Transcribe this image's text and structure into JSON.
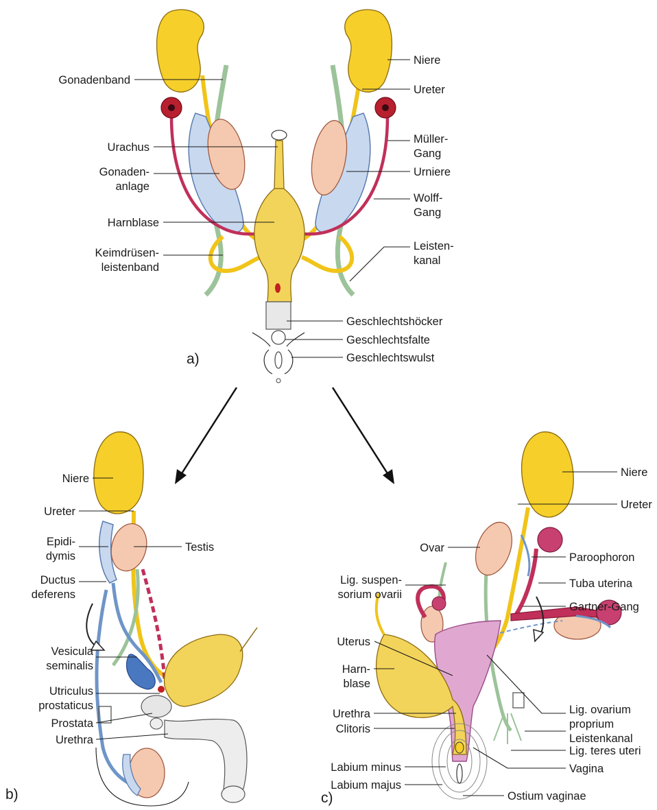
{
  "colors": {
    "kidney": "#f6cf2a",
    "ureter": "#f0c419",
    "mueller_duct": "#c0305a",
    "wolff_duct": "#6f95c8",
    "gonadal_band": "#9cc39a",
    "gonad": "#f5c9b0",
    "uterus": "#d88bc0"
  },
  "panels": {
    "a": "a)",
    "b": "b)",
    "c": "c)"
  },
  "a": {
    "gonadenband": "Gonadenband",
    "urachus": "Urachus",
    "gonadenanlage_1": "Gonaden-",
    "gonadenanlage_2": "anlage",
    "harnblase": "Harnblase",
    "keimdruesen_1": "Keimdrüsen-",
    "keimdruesen_2": "leistenband",
    "niere": "Niere",
    "ureter": "Ureter",
    "mueller_1": "Müller-",
    "mueller_2": "Gang",
    "urniere": "Urniere",
    "wolff_1": "Wolff-",
    "wolff_2": "Gang",
    "leisten_1": "Leisten-",
    "leisten_2": "kanal",
    "hoecker": "Geschlechtshöcker",
    "falte": "Geschlechtsfalte",
    "wulst": "Geschlechtswulst"
  },
  "b": {
    "niere": "Niere",
    "ureter": "Ureter",
    "epididymis_1": "Epidi-",
    "epididymis_2": "dymis",
    "testis": "Testis",
    "ductus_1": "Ductus",
    "ductus_2": "deferens",
    "vesicula_1": "Vesicula",
    "vesicula_2": "seminalis",
    "utriculus_1": "Utriculus",
    "utriculus_2": "prostaticus",
    "prostata": "Prostata",
    "urethra": "Urethra"
  },
  "c": {
    "niere": "Niere",
    "ureter": "Ureter",
    "ovar": "Ovar",
    "paroophoron": "Paroophoron",
    "lig_susp_1": "Lig. suspen-",
    "lig_susp_2": "sorium ovarii",
    "tuba": "Tuba uterina",
    "gartner": "Gartner-Gang",
    "uterus": "Uterus",
    "harnblase_1": "Harn-",
    "harnblase_2": "blase",
    "lig_ovarium_1": "Lig. ovarium",
    "lig_ovarium_2": "proprium",
    "urethra": "Urethra",
    "clitoris": "Clitoris",
    "leistenkanal": "Leistenkanal",
    "lig_teres": "Lig. teres uteri",
    "labium_minus": "Labium minus",
    "vagina": "Vagina",
    "labium_majus": "Labium majus",
    "ostium": "Ostium vaginae"
  }
}
